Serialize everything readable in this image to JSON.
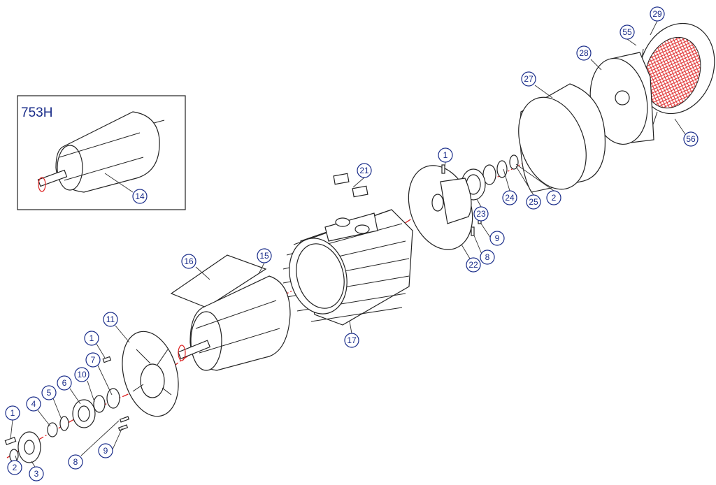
{
  "inset": {
    "title": "753H",
    "part": "14"
  },
  "callouts": {
    "c29": "29",
    "c55": "55",
    "c28": "28",
    "c27": "27",
    "c56": "56",
    "c1a": "1",
    "c21": "21",
    "c24": "24",
    "c25": "25",
    "c2a": "2",
    "c23": "23",
    "c9a": "9",
    "c8a": "8",
    "c22": "22",
    "c16": "16",
    "c15": "15",
    "c17": "17",
    "c11": "11",
    "c1b": "1",
    "c7": "7",
    "c10": "10",
    "c6": "6",
    "c5": "5",
    "c4": "4",
    "c1c": "1",
    "c9b": "9",
    "c8b": "8",
    "c2b": "2",
    "c3": "3"
  },
  "colors": {
    "callout": "#1a2d8a",
    "centerline": "#dd2222",
    "guard_mesh": "#e03030"
  }
}
